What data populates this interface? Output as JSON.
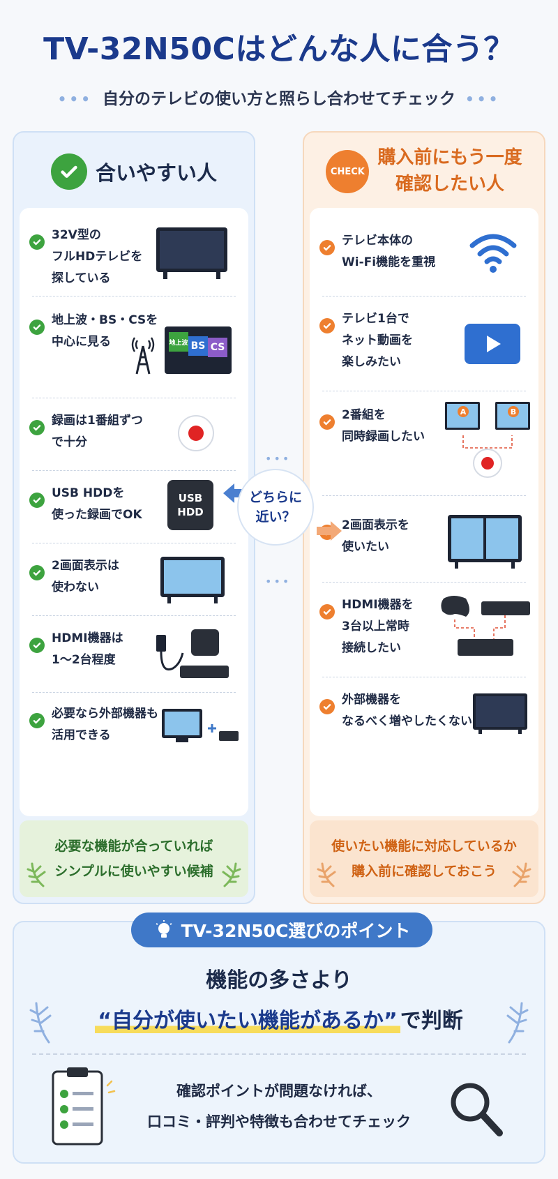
{
  "header": {
    "title": "TV-32N50Cはどんな人に合う？",
    "subtitle": "自分のテレビの使い方と照らし合わせてチェック"
  },
  "left": {
    "heading": "合いやすい人",
    "items": [
      {
        "text": "32V型の\nフルHDテレビを\n探している",
        "icon": "tv-icon"
      },
      {
        "text": "地上波・BS・CSを\n中心に見る",
        "icon": "broadcast-tv-icon",
        "badges": [
          "地上波",
          "BS",
          "CS"
        ]
      },
      {
        "text": "録画は1番組ずつ\nで十分",
        "icon": "record-icon"
      },
      {
        "text": "USB HDDを\n使った録画でOK",
        "icon": "usb-hdd-icon",
        "label": "USB\nHDD"
      },
      {
        "text": "2画面表示は\n使わない",
        "icon": "tv-icon"
      },
      {
        "text": "HDMI機器は\n1～2台程度",
        "icon": "hdmi-device-icon"
      },
      {
        "text": "必要なら外部機器も\n活用できる",
        "icon": "tv-plus-device-icon"
      }
    ],
    "footer": "必要な機能が合っていれば\nシンプルに使いやすい候補"
  },
  "right": {
    "badge": "CHECK",
    "heading": "購入前にもう一度\n確認したい人",
    "items": [
      {
        "text": "テレビ本体の\nWi-Fi機能を重視",
        "icon": "wifi-icon"
      },
      {
        "text": "テレビ1台で\nネット動画を\n楽しみたい",
        "icon": "video-play-icon"
      },
      {
        "text": "2番組を\n同時録画したい",
        "icon": "dual-record-icon",
        "labels": [
          "A",
          "B"
        ]
      },
      {
        "text": "2画面表示を\n使いたい",
        "icon": "split-screen-tv-icon"
      },
      {
        "text": "HDMI機器を\n3台以上常時\n接続したい",
        "icon": "game-controller-icon"
      },
      {
        "text": "外部機器を\nなるべく増やしたくない",
        "icon": "tv-icon"
      }
    ],
    "footer": "使いたい機能に対応しているか\n購入前に確認しておこう"
  },
  "center": {
    "question": "どちらに\n近い？"
  },
  "point": {
    "pill": "TV-32N50C選びのポイント",
    "line1": "機能の多さより",
    "line2_highlight": "“自分が使いたい機能があるか”",
    "line2_rest": "で判断",
    "line3": "確認ポイントが問題なければ、\n口コミ・評判や特徴も合わせてチェック"
  },
  "colors": {
    "navy": "#1b3a8c",
    "green": "#3da33f",
    "orange": "#ee7f2f",
    "blue": "#3f78c8"
  }
}
